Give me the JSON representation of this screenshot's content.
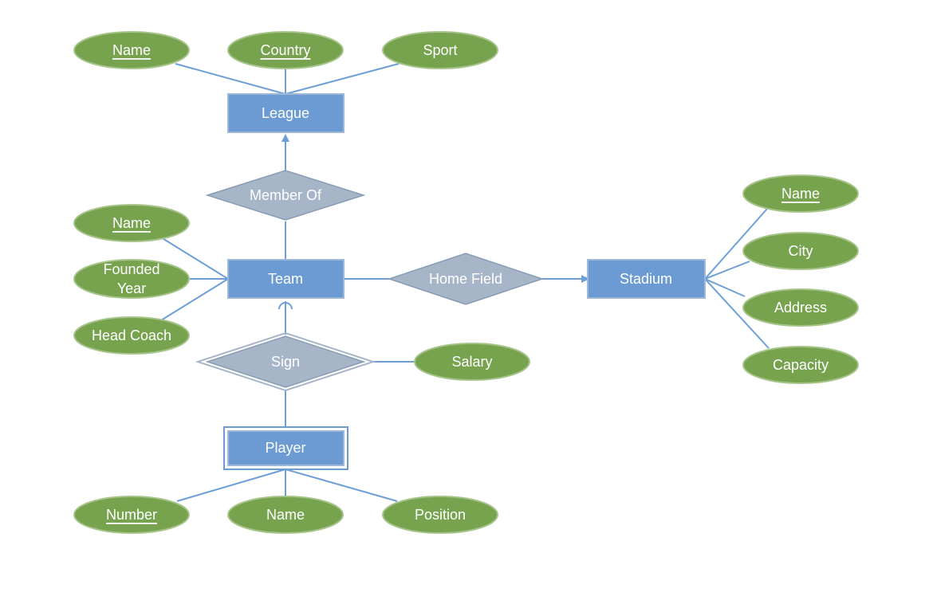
{
  "colors": {
    "entity": "#6b9bd2",
    "attribute": "#77a34f",
    "relationship": "#a7b5c9",
    "line": "#6d9fd6",
    "text": "#ffffff"
  },
  "entities": {
    "league": "League",
    "team": "Team",
    "stadium": "Stadium",
    "player": "Player"
  },
  "relationships": {
    "member_of": "Member Of",
    "home_field": "Home Field",
    "sign": "Sign"
  },
  "attributes": {
    "league_name": "Name",
    "league_country": "Country",
    "league_sport": "Sport",
    "team_name": "Name",
    "team_founded_year": "Founded Year",
    "team_founded_year_lines": [
      "Founded",
      "Year"
    ],
    "team_head_coach": "Head Coach",
    "stadium_name": "Name",
    "stadium_city": "City",
    "stadium_address": "Address",
    "stadium_capacity": "Capacity",
    "sign_salary": "Salary",
    "player_number": "Number",
    "player_name": "Name",
    "player_position": "Position"
  }
}
